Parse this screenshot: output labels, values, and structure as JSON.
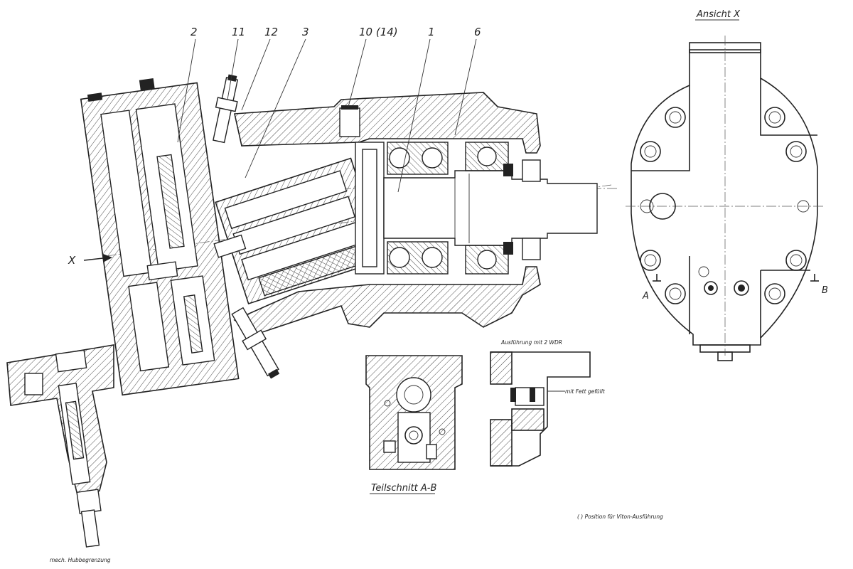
{
  "title": "Ansicht X",
  "part_labels": [
    "2",
    "11",
    "12",
    "3",
    "10 (14)",
    "1",
    "6"
  ],
  "view_arrow_label": "X",
  "section_marks": {
    "a": "A",
    "b": "B"
  },
  "section_title": "Teilschnitt A-B",
  "variant_title": "Ausführung mit 2 WDR",
  "variant_note": "mit Fett gefüllt",
  "footnote": "( ) Position  für Viton-Ausführung",
  "stroke_limiter_caption": "mech. Hubbegrenzung"
}
